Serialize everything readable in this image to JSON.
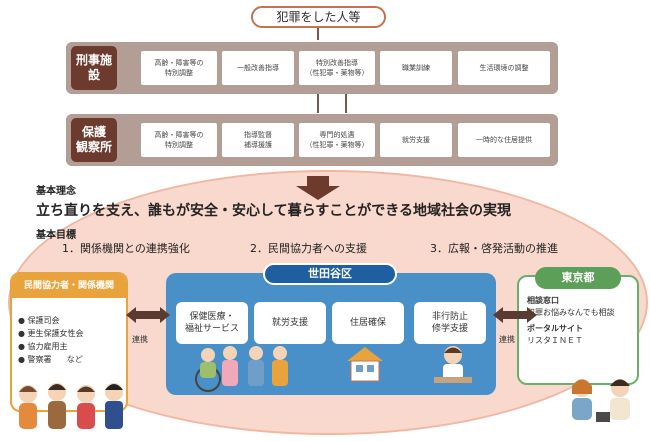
{
  "top": {
    "label": "犯罪をした人等"
  },
  "keiji": {
    "label_lines": [
      "刑事施設"
    ],
    "cells": [
      [
        "高齢・障害等の",
        "特別調整"
      ],
      [
        "一般改善指導"
      ],
      [
        "特別改善指導",
        "（性犯罪・薬物等）"
      ],
      [
        "職業訓練"
      ],
      [
        "生活環境の調整"
      ]
    ]
  },
  "hogo": {
    "label_lines": [
      "保護",
      "観察所"
    ],
    "cells": [
      [
        "高齢・障害等の",
        "特別調整"
      ],
      [
        "指導監督",
        "補導援護"
      ],
      [
        "専門的処遇",
        "（性犯罪・薬物等）"
      ],
      [
        "就労支援"
      ],
      [
        "一時的な住居提供"
      ]
    ]
  },
  "rinen": {
    "label": "基本理念",
    "text": "立ち直りを支え、誰もが安全・安心して暮らすことができる地域社会の実現"
  },
  "mokuhyo": {
    "label": "基本目標",
    "goals": [
      "1．関係機関との連携強化",
      "2．民間協力者への支援",
      "3．広報・啓発活動の推進"
    ]
  },
  "minkan": {
    "title": "民間協力者・関係機関",
    "items": [
      "保護司会",
      "更生保護女性会",
      "協力雇用主",
      "警察署"
    ],
    "etc": "など"
  },
  "setagaya": {
    "title": "世田谷区",
    "services": [
      [
        "保健医療・",
        "福祉サービス"
      ],
      [
        "就労支援"
      ],
      [
        "住居確保"
      ],
      [
        "非行防止",
        "修学支援"
      ]
    ]
  },
  "tokyo": {
    "title": "東京都",
    "line1": "相談窓口",
    "line2": "犯罪お悩みなんでも相談",
    "line3": "ポータルサイト",
    "line4": "リスタＩＮＥＴ"
  },
  "renkei": {
    "left": "連携",
    "right": "連携"
  },
  "colors": {
    "row_bg": "#b29e95",
    "row_label": "#6d3a2e",
    "ellipse": "#f9d9cd",
    "setagaya": "#4a90c8",
    "minkan": "#e8a33c",
    "tokyo": "#5b9f58"
  }
}
